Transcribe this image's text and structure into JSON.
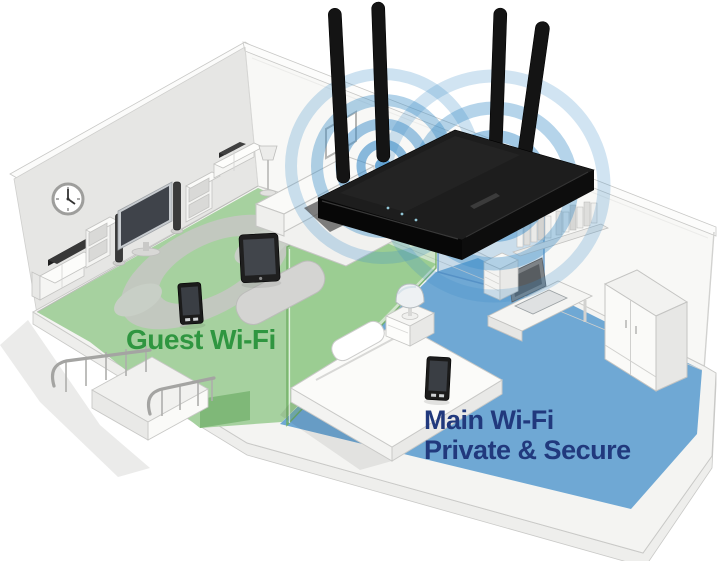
{
  "scene": {
    "description": "Isometric cutaway home showing a wireless router broadcasting two separate Wi-Fi networks",
    "router": {
      "name": "Wireless router",
      "antenna_count": 4
    }
  },
  "labels": {
    "guest_wifi": "Guest Wi-Fi",
    "main_wifi_line1": "Main Wi-Fi",
    "main_wifi_line2": "Private & Secure"
  },
  "zones": [
    {
      "id": "guest",
      "label": "Guest Wi-Fi",
      "room": "living room",
      "floor_color": "#a6d19f",
      "label_color": "#2f9640",
      "devices": [
        "tablet",
        "smartphone"
      ]
    },
    {
      "id": "main",
      "label": "Main Wi-Fi Private & Secure",
      "room": "bedroom",
      "floor_color": "#6fa8d4",
      "label_color": "#21397d",
      "devices": [
        "smartphone",
        "laptop"
      ]
    }
  ],
  "colors": {
    "guest_zone": "#a6d19f",
    "guest_zone_side": "#7fb878",
    "guest_text": "#2f9640",
    "main_zone": "#6fa8d4",
    "main_text": "#21397d",
    "wifi_signal": "#3d8ec9",
    "router_body": "#1d1d1d",
    "wall_left": "#e6e6e4",
    "wall_right": "#f8f8f6",
    "floor_slab": "#f4f4f2",
    "rug": "#c7c7c5",
    "outline": "#c6c6c4"
  },
  "objects": [
    "wall clock",
    "media cabinet",
    "dvd player",
    "bookshelf",
    "speaker",
    "flat-screen tv",
    "speaker",
    "shelf unit",
    "sideboard",
    "soundbar",
    "floor lamp",
    "wall art",
    "sofa",
    "coffee table",
    "rug",
    "tablet",
    "smartphone",
    "stair landing",
    "railing",
    "glass partition",
    "bed",
    "pillow",
    "smartphone",
    "nightstand",
    "table lamp",
    "desk",
    "laptop",
    "drawer unit",
    "wall shelf",
    "books",
    "wardrobe"
  ]
}
